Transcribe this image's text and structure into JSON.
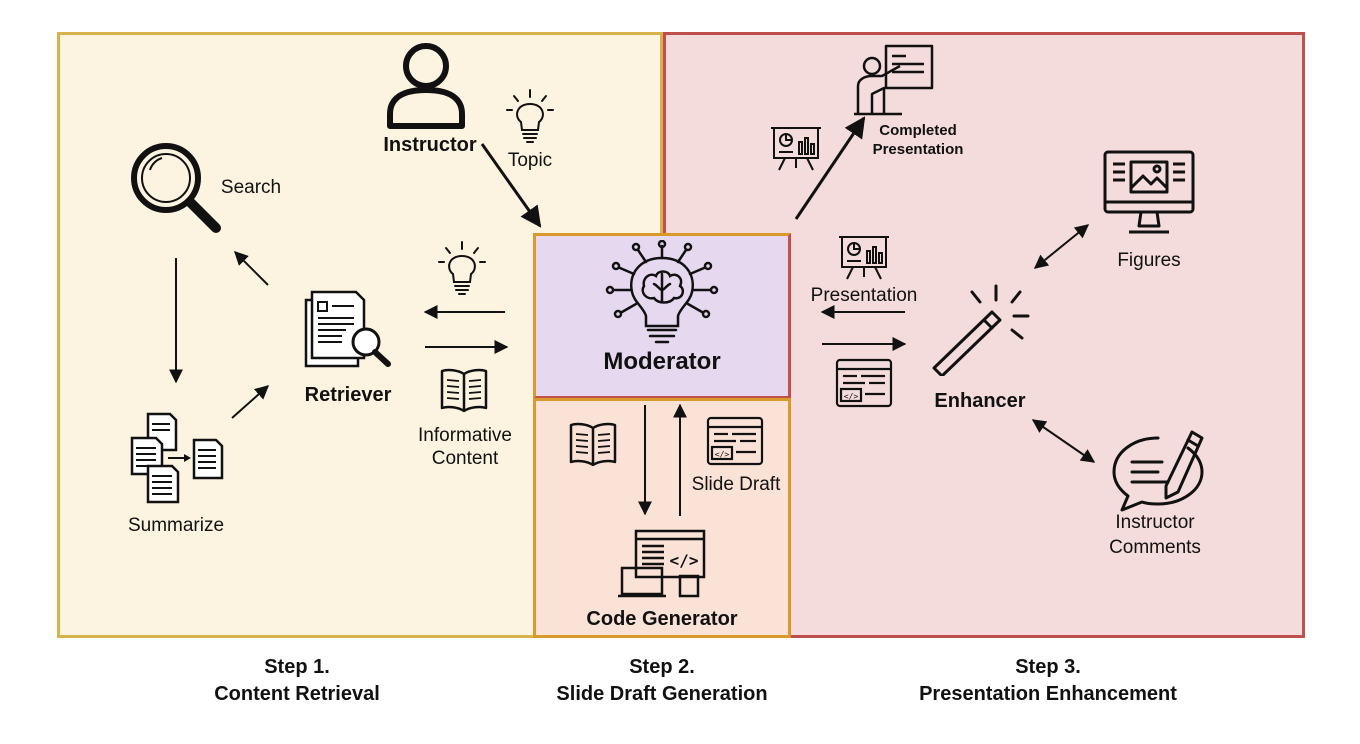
{
  "colors": {
    "step1_fill": "#fdf3e1",
    "step1_border": "#d8b24a",
    "step3_fill": "#f4dcdc",
    "step3_border": "#c0504d",
    "moderator_fill": "#e6d9ef",
    "codegen_fill": "#fbe2d6",
    "step2_border": "#d99a2b"
  },
  "nodes": {
    "instructor": "Instructor",
    "topic": "Topic",
    "search": "Search",
    "summarize": "Summarize",
    "retriever": "Retriever",
    "informative_content": [
      "Informative",
      "Content"
    ],
    "moderator": "Moderator",
    "code_generator": "Code Generator",
    "slide_draft": "Slide Draft",
    "completed_presentation": [
      "Completed",
      "Presentation"
    ],
    "presentation": "Presentation",
    "enhancer": "Enhancer",
    "figures": "Figures",
    "instructor_comments": [
      "Instructor",
      "Comments"
    ]
  },
  "steps": [
    {
      "title": "Step 1.",
      "subtitle": "Content Retrieval"
    },
    {
      "title": "Step 2.",
      "subtitle": "Slide Draft Generation"
    },
    {
      "title": "Step 3.",
      "subtitle": "Presentation Enhancement"
    }
  ],
  "icons": {
    "instructor": "person-icon",
    "topic": "lightbulb-icon",
    "search": "magnifier-icon",
    "summarize": "documents-icon",
    "retriever": "document-search-icon",
    "informative_content": "open-book-icon",
    "moderator": "brain-circuit-icon",
    "code_generator": "computer-code-icon",
    "slide_draft": "code-window-icon",
    "completed_presentation": "presenter-board-icon",
    "presentation": "chart-easel-icon",
    "enhancer": "magic-wand-icon",
    "figures": "monitor-image-icon",
    "instructor_comments": "speech-bubble-pen-icon"
  }
}
